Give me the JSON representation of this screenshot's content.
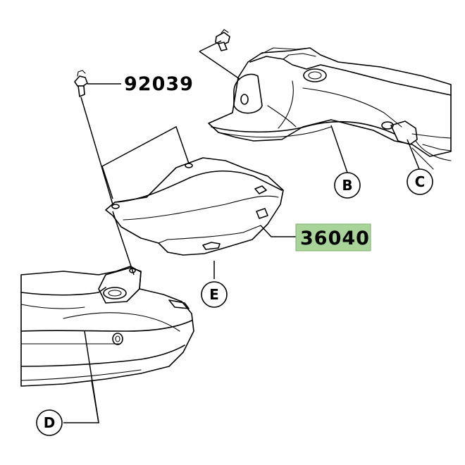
{
  "part_numbers": {
    "fastener": "92039",
    "cover": "36040"
  },
  "reference_labels": {
    "b": "B",
    "c": "C",
    "d": "D",
    "e": "E"
  },
  "colors": {
    "highlight": "#a8d49a"
  }
}
